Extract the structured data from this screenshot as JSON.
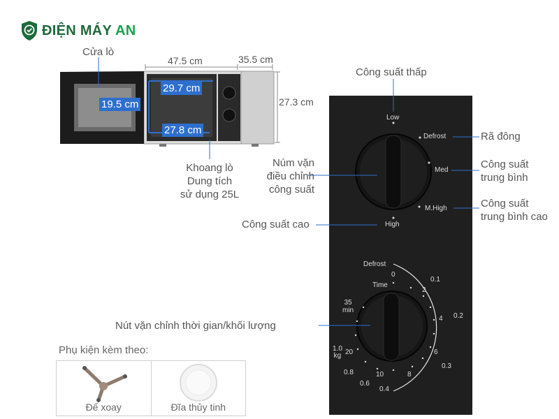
{
  "brand": {
    "name_main": "ĐIỆN MÁY",
    "name_accent": "AN",
    "color_main": "#1d6a3a",
    "color_accent": "#18a24b",
    "logo_icon": "shield-check-icon"
  },
  "microwave": {
    "door_label": "Cửa lò",
    "width": "47.5 cm",
    "depth": "35.5 cm",
    "height": "27.3 cm",
    "cavity_width": "29.7 cm",
    "cavity_height": "19.5 cm",
    "cavity_depth": "27.8 cm",
    "cavity_label_1": "Khoang lò",
    "cavity_label_2": "Dung tích",
    "cavity_label_3": "sử dụng 25L"
  },
  "power_knob": {
    "title_low": "Công suất thấp",
    "label_defrost": "Rã đông",
    "label_med_1": "Công suất",
    "label_med_2": "trung bình",
    "label_mhigh_1": "Công suất",
    "label_mhigh_2": "trung bình cao",
    "label_high": "Công suất cao",
    "knob_label_1": "Núm vặn",
    "knob_label_2": "điều chỉnh",
    "knob_label_3": "công suất",
    "marks": {
      "low": "Low",
      "defrost": "Defrost",
      "med": "Med",
      "mhigh": "M.High",
      "high": "High"
    }
  },
  "timer_knob": {
    "label": "Nút vặn chỉnh thời gian/khối lượng",
    "defrost": "Defrost",
    "time": "Time",
    "zero": "0",
    "t2": "2",
    "t4": "4",
    "t6": "6",
    "t8": "8",
    "t10": "10",
    "t20": "20",
    "t35": "35",
    "min": "min",
    "kg_10": "1.0",
    "kg_unit": "kg",
    "w01": "0.1",
    "w02": "0.2",
    "w03": "0.3",
    "w04": "0.4",
    "w06": "0.6",
    "w08": "0.8"
  },
  "accessories": {
    "title": "Phụ kiện kèm theo:",
    "item_1": "Đế xoay",
    "item_2": "Đĩa thủy tinh"
  }
}
